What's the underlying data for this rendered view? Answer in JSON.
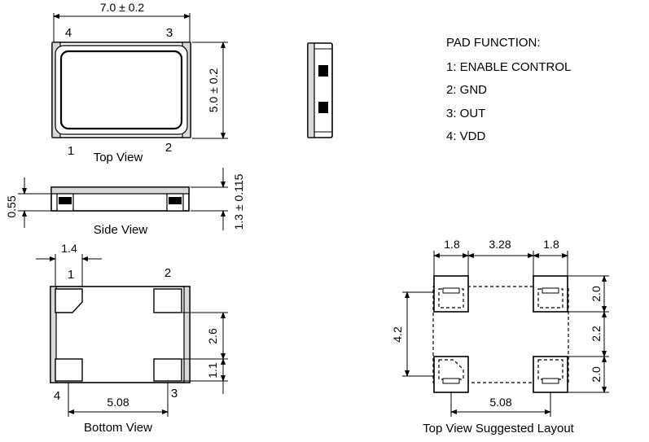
{
  "pad_function": {
    "title": "PAD FUNCTION:",
    "items": [
      "1: ENABLE CONTROL",
      "2: GND",
      "3: OUT",
      "4: VDD"
    ]
  },
  "top_view": {
    "label": "Top View",
    "width_dim": "7.0 ± 0.2",
    "height_dim": "5.0 ± 0.2",
    "pin_labels": [
      "4",
      "3",
      "1",
      "2"
    ]
  },
  "side_view": {
    "label": "Side View",
    "height_dim": "1.3 ± 0.115",
    "base_dim": "0.55"
  },
  "bottom_view": {
    "label": "Bottom View",
    "pad_width_dim": "1.4",
    "pad_pitch_dim": "5.08",
    "gap_dim": "2.6",
    "pad_height_dim": "1.1",
    "pin_labels": [
      "1",
      "2",
      "4",
      "3"
    ]
  },
  "layout_view": {
    "label": "Top View Suggested Layout",
    "top_dims": [
      "1.8",
      "3.28",
      "1.8"
    ],
    "right_dims": [
      "2.0",
      "2.2",
      "2.0"
    ],
    "left_dim": "4.2",
    "bottom_dim": "5.08"
  }
}
